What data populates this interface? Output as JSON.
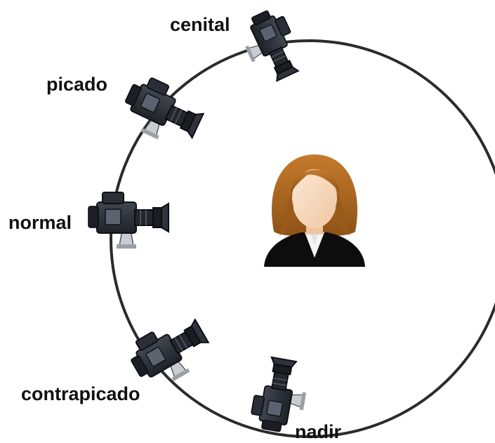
{
  "labels": {
    "cenital": "cenital",
    "picado": "picado",
    "normal": "normal",
    "contrapicado": "contrapicado",
    "nadir": "nadir"
  },
  "colors": {
    "ring": "#2b2b2b",
    "camera_body": "#2e333b",
    "camera_dark": "#15181d",
    "hair": "#a8651f",
    "skin": "#f8d9bf",
    "suit": "#0d0d0d"
  },
  "icons": {
    "subject": "person-avatar-icon",
    "camera": "video-camera-icon"
  }
}
